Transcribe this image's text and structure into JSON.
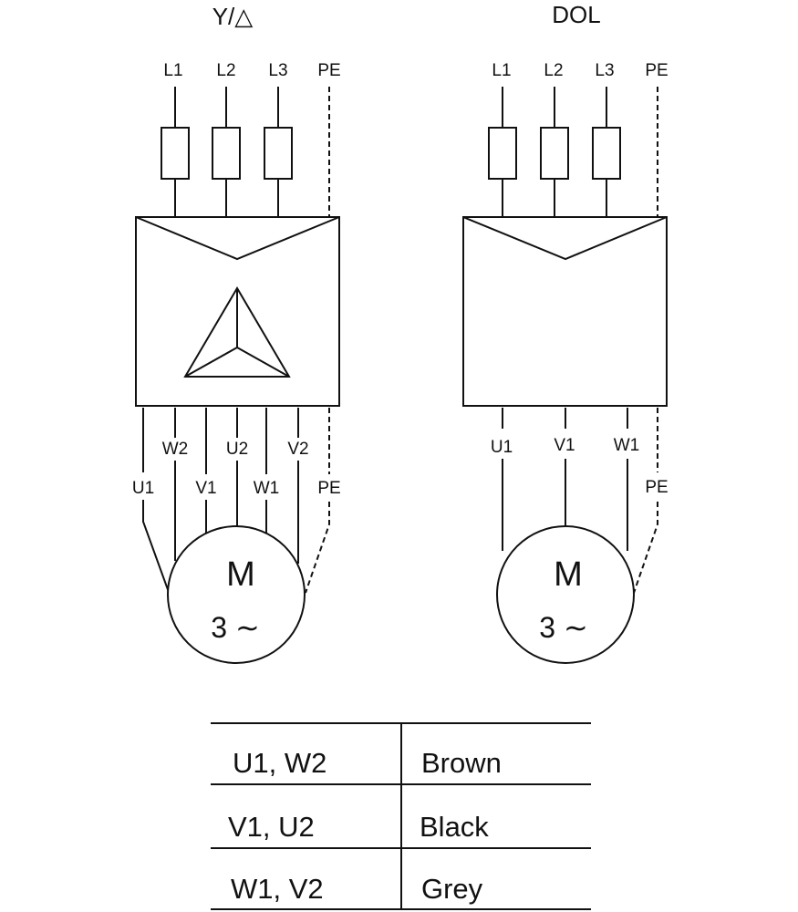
{
  "diagrams": {
    "star_delta": {
      "title": "Y/△",
      "supply": [
        "L1",
        "L2",
        "L3",
        "PE"
      ],
      "outputs_upper": [
        "W2",
        "U2",
        "V2"
      ],
      "outputs_lower": [
        "U1",
        "V1",
        "W1",
        "PE"
      ],
      "motor": {
        "letter": "M",
        "phase": "3 ∼"
      }
    },
    "dol": {
      "title": "DOL",
      "supply": [
        "L1",
        "L2",
        "L3",
        "PE"
      ],
      "outputs": [
        "U1",
        "V1",
        "W1",
        "PE"
      ],
      "motor": {
        "letter": "M",
        "phase": "3 ∼"
      }
    }
  },
  "table": {
    "rows": [
      {
        "terminals": "U1, W2",
        "color": "Brown"
      },
      {
        "terminals": "V1, U2",
        "color": "Black"
      },
      {
        "terminals": "W1, V2",
        "color": "Grey"
      }
    ]
  }
}
